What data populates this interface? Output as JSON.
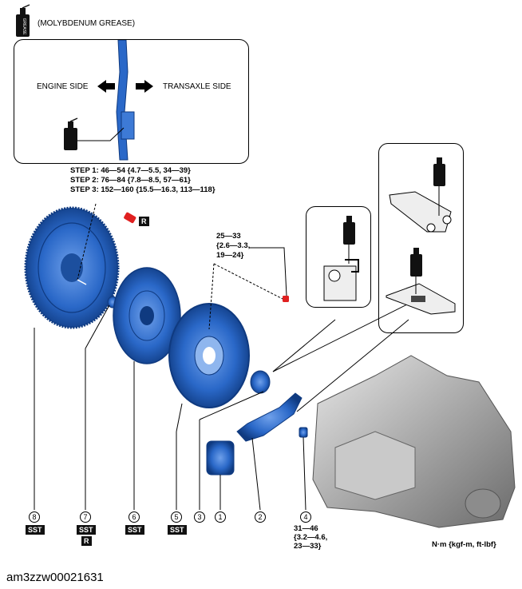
{
  "legend": {
    "grease_text": "(MOLYBDENUM GREASE)",
    "grease_icon": "grease-can-icon"
  },
  "inset": {
    "engine_side": "ENGINE SIDE",
    "transaxle_side": "TRANSAXLE SIDE"
  },
  "torque_steps": [
    "STEP 1: 46—54 {4.7—5.5, 34—39}",
    "STEP 2: 76—84 {7.8—8.5, 57—61}",
    "STEP 3: 152—160 {15.5—16.3, 113—118}"
  ],
  "reuse_badge": "R",
  "pressure_plate_torque": [
    "25—33",
    "{2.6—3.3,",
    "19—24}"
  ],
  "pivot_torque": [
    "31—46",
    "{3.2—4.6,",
    "23—33}"
  ],
  "units": "N·m {kgf-m, ft-lbf}",
  "parts": [
    {
      "num": "8",
      "badge": "SST"
    },
    {
      "num": "7",
      "badge": "SST",
      "badge2": "R"
    },
    {
      "num": "6",
      "badge": "SST"
    },
    {
      "num": "5",
      "badge": "SST"
    },
    {
      "num": "3"
    },
    {
      "num": "1"
    },
    {
      "num": "2"
    },
    {
      "num": "4"
    }
  ],
  "grease_label": "GREASE",
  "caption": "am3zzw00021631",
  "colors": {
    "part_blue": "#2a68c8",
    "part_dark": "#123f86",
    "bolt_red": "#e02020",
    "housing": "#b8b8b8"
  }
}
